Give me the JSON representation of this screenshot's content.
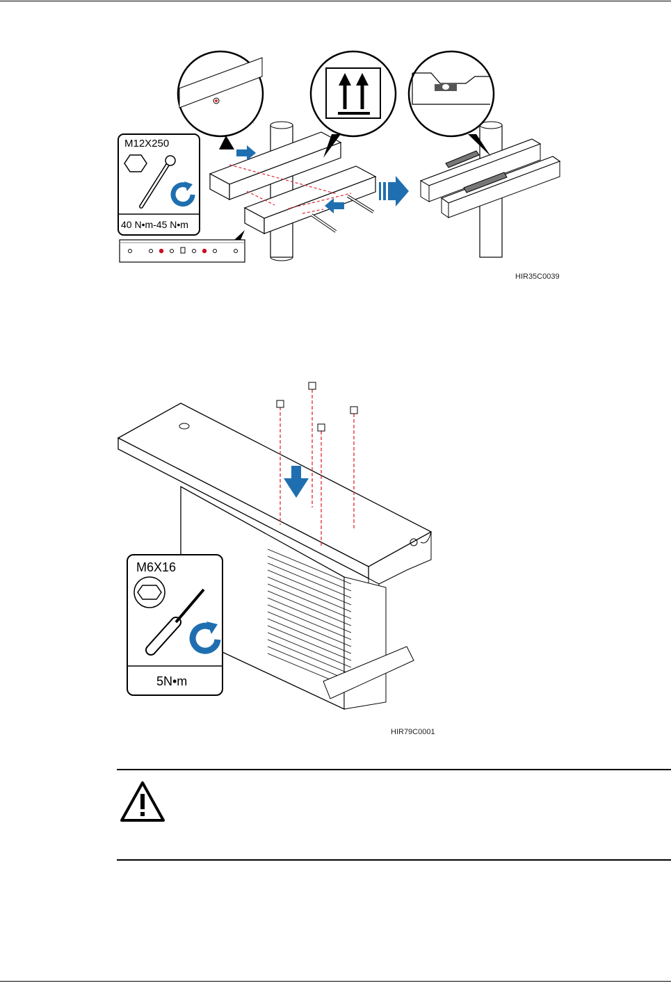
{
  "figure1": {
    "bolt_spec": "M12X250",
    "torque": "40 N•m-45 N•m",
    "figure_id": "HIR35C0039"
  },
  "figure2": {
    "screw_spec": "M6X16",
    "torque": "5N•m",
    "figure_id": "HIR79C0001"
  },
  "caution": {
    "icon": "warning-triangle-icon"
  },
  "colors": {
    "arrow_blue": "#1f6fb0",
    "guide_red": "#e0282f"
  }
}
